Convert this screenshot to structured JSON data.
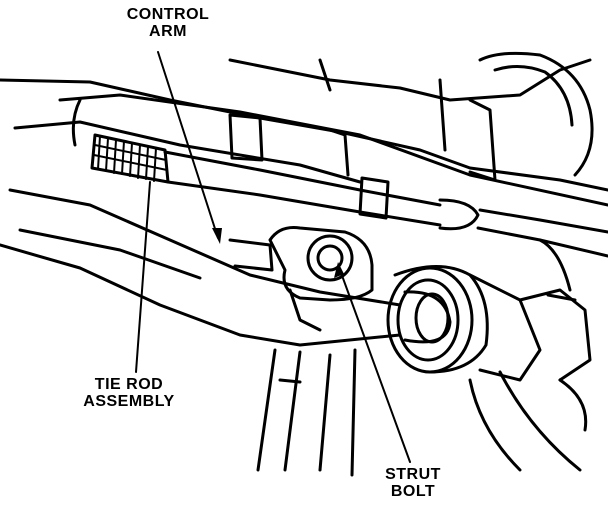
{
  "labels": {
    "control_arm": [
      "CONTROL",
      "ARM"
    ],
    "tie_rod": [
      "TIE ROD",
      "ASSEMBLY"
    ],
    "strut_bolt": [
      "STRUT",
      "BOLT"
    ]
  },
  "colors": {
    "ink": "#000000",
    "paper": "#ffffff"
  }
}
